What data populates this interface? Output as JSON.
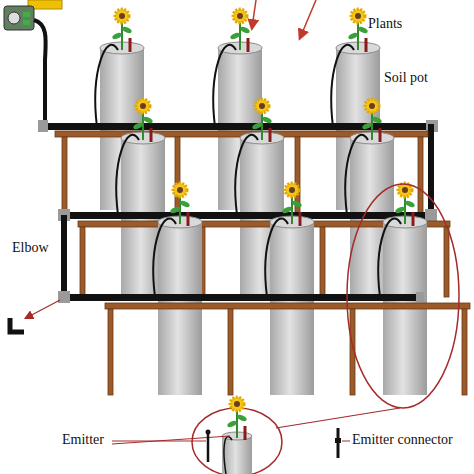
{
  "diagram": {
    "labels": [
      "Plants",
      "Soil pot",
      "Elbow",
      "Emitter",
      "Emitter connector"
    ]
  }
}
